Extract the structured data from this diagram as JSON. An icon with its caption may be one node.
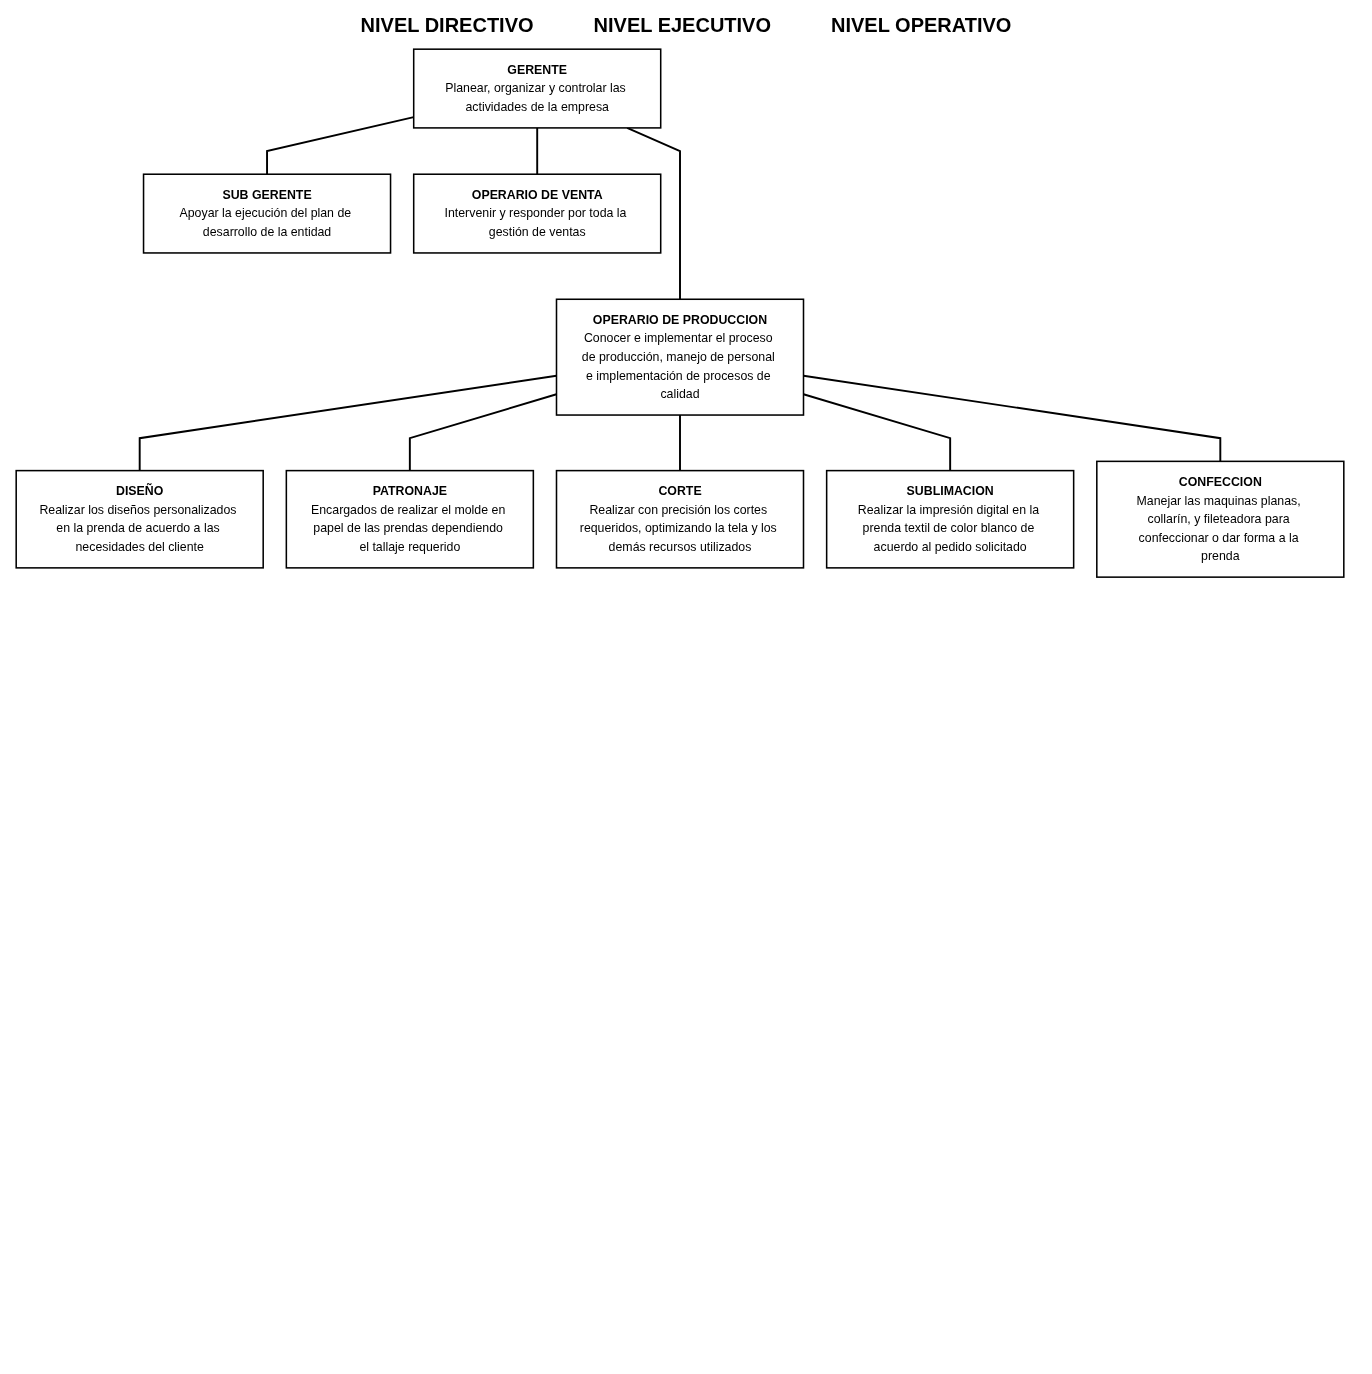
{
  "diagram": {
    "nodes": [
      {
        "text": [
          "GERENTE",
          "Planear, organizar y controlar las actividades de la empresa"
        ]
      },
      {
        "text": [
          "SUB GERENTE",
          "Apoyar la ejecución del plan de desarrollo de la entidad"
        ]
      },
      {
        "text": [
          "OPERARIO DE PRODUCCION",
          "Conocer e implementar el proceso de producción, manejo de personal e implementación de procesos de calidad"
        ]
      },
      {
        "text": [
          "OPERARIO DE VENTA",
          "Intervenir y responder por toda la gestión de ventas"
        ]
      },
      {
        "text": [
          "DISEÑO",
          "Realizar los diseños personalizados en la prenda de acuerdo a las necesidades del cliente"
        ]
      },
      {
        "text": [
          "PATRONAJE",
          "Encargados de realizar el molde en papel de las prendas dependiendo el tallaje requerido"
        ]
      },
      {
        "text": [
          "CORTE",
          "Realizar con precisión los cortes requeridos, optimizando la tela y los demás recursos utilizados"
        ]
      },
      {
        "text": [
          "SUBLIMACION",
          "Realizar la impresión digital en la prenda textil de color blanco de acuerdo al pedido solicitado"
        ]
      },
      {
        "text": [
          "CONFECCION",
          "Manejar las maquinas planas, collarín, y fileteadora para confeccionar o dar forma a la prenda"
        ]
      }
    ],
    "edges": [
      {
        "from": 0,
        "to": 1,
        "arrow": "none"
      },
      {
        "from": 0,
        "to": 2,
        "arrow": "none"
      },
      {
        "from": 0,
        "to": 3,
        "arrow": "none"
      },
      {
        "from": 2,
        "to": 4,
        "arrow": "none"
      },
      {
        "from": 2,
        "to": 5,
        "arrow": "none"
      },
      {
        "from": 2,
        "to": 6,
        "arrow": "none"
      },
      {
        "from": 2,
        "to": 7,
        "arrow": "none"
      },
      {
        "from": 2,
        "to": 8,
        "arrow": "none"
      }
    ],
    "labels": [
      "NIVEL DIRECTIVO",
      "NIVEL EJECUTIVO",
      "NIVEL OPERATIVO"
    ]
  }
}
